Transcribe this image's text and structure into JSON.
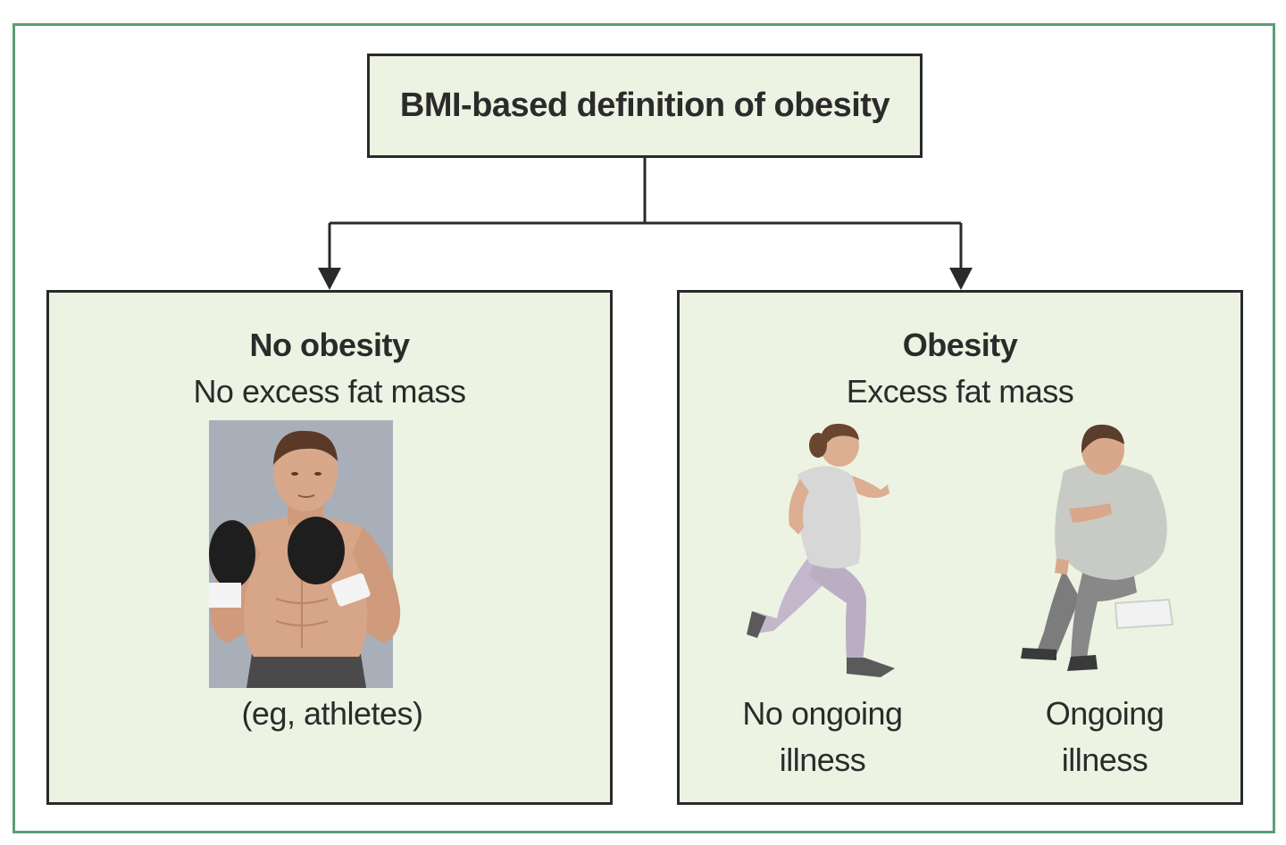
{
  "top": {
    "title": "BMI-based definition of obesity"
  },
  "left": {
    "title": "No obesity",
    "subtitle": "No excess fat mass",
    "caption": "(eg, athletes)",
    "illustration": "boxer-athlete-illustration"
  },
  "right": {
    "title": "Obesity",
    "subtitle": "Excess fat mass",
    "items": [
      {
        "label_line1": "No ongoing",
        "label_line2": "illness",
        "illustration": "running-woman-illustration"
      },
      {
        "label_line1": "Ongoing",
        "label_line2": "illness",
        "illustration": "sitting-man-illustration"
      }
    ]
  },
  "colors": {
    "box_fill": "#edf3e3",
    "frame_border": "#5b9e74",
    "line": "#2a2a2a"
  }
}
